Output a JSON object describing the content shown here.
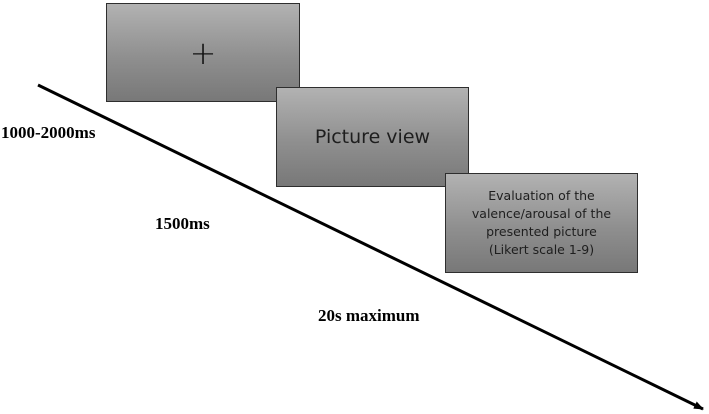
{
  "screens": {
    "fixation": {
      "symbol": "+",
      "icon": "fixation-cross-icon"
    },
    "picture": {
      "label": "Picture view"
    },
    "evaluation": {
      "lines": [
        "Evaluation of the",
        "valence/arousal of the",
        "presented picture",
        "(Likert scale 1-9)"
      ]
    }
  },
  "durations": {
    "fixation": "1000-2000ms",
    "picture": "1500ms",
    "evaluation": "20s maximum"
  },
  "colors": {
    "screen_top": "#b2b2b2",
    "screen_bottom": "#787878",
    "border": "#2e2e2e",
    "arrow": "#000000",
    "text": "#000000"
  }
}
